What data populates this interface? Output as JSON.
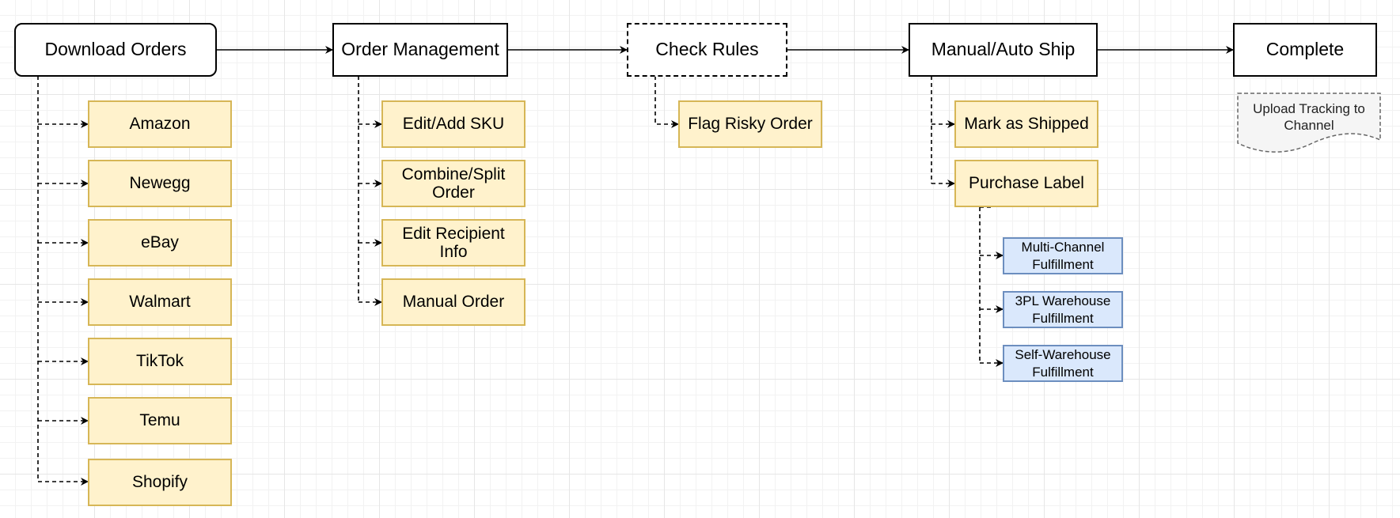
{
  "stages": [
    {
      "id": "download",
      "label": "Download Orders"
    },
    {
      "id": "order-management",
      "label": "Order Management"
    },
    {
      "id": "check-rules",
      "label": "Check Rules"
    },
    {
      "id": "ship",
      "label": "Manual/Auto Ship"
    },
    {
      "id": "complete",
      "label": "Complete"
    }
  ],
  "download_channels": [
    "Amazon",
    "Newegg",
    "eBay",
    "Walmart",
    "TikTok",
    "Temu",
    "Shopify"
  ],
  "order_management_actions": [
    "Edit/Add SKU",
    "Combine/Split Order",
    "Edit Recipient Info",
    "Manual Order"
  ],
  "check_rules_actions": [
    "Flag Risky Order"
  ],
  "ship_actions": [
    "Mark as Shipped",
    "Purchase Label"
  ],
  "fulfillment_options": [
    "Multi-Channel Fulfillment",
    "3PL Warehouse Fulfillment",
    "Self-Warehouse Fulfillment"
  ],
  "complete_note": "Upload Tracking to Channel",
  "colors": {
    "main_border": "#000000",
    "sub_fill": "#fff2cc",
    "sub_border": "#d6b656",
    "blue_fill": "#dae8fc",
    "blue_border": "#6c8ebf",
    "note_fill": "#f5f5f5",
    "note_border": "#666666"
  }
}
